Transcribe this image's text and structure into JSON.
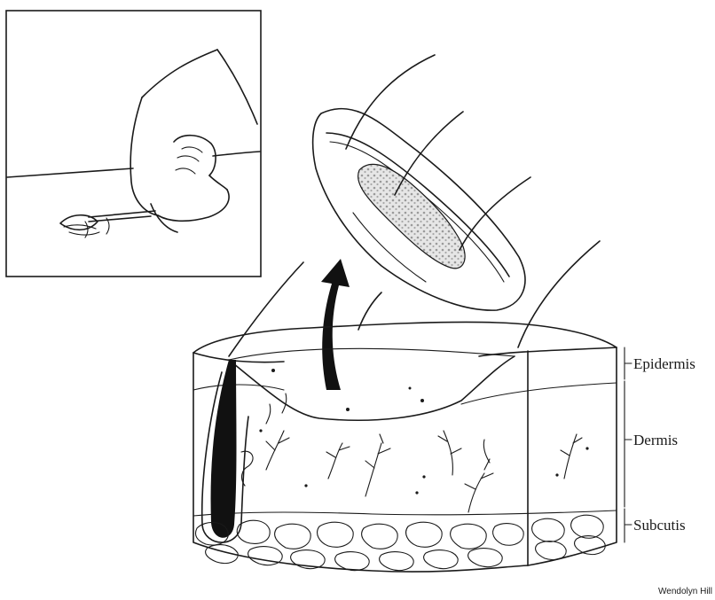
{
  "layers": {
    "epidermis": "Epidermis",
    "dermis": "Dermis",
    "subcutis": "Subcutis"
  },
  "credit": "Wendolyn Hill",
  "colors": {
    "ink": "#1a1a1a",
    "paper": "#ffffff",
    "stipple": "#bdbdbd"
  }
}
